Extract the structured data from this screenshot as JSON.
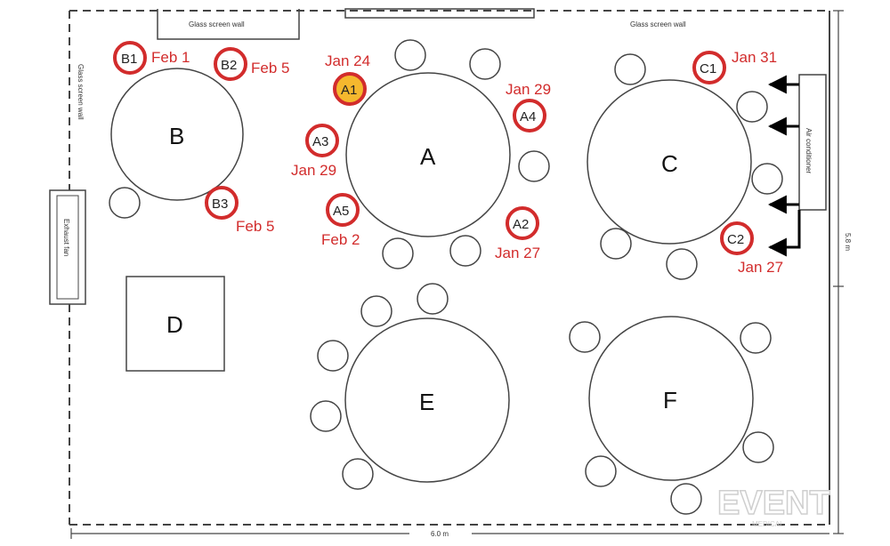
{
  "tables": {
    "A": {
      "label": "A"
    },
    "B": {
      "label": "B"
    },
    "C": {
      "label": "C"
    },
    "D": {
      "label": "D"
    },
    "E": {
      "label": "E"
    },
    "F": {
      "label": "F"
    }
  },
  "case_seats": {
    "A1": {
      "code": "A1",
      "date": "Jan 24",
      "index_case": true
    },
    "A2": {
      "code": "A2",
      "date": "Jan 27"
    },
    "A3": {
      "code": "A3",
      "date": "Jan 29"
    },
    "A4": {
      "code": "A4",
      "date": "Jan 29"
    },
    "A5": {
      "code": "A5",
      "date": "Feb 2"
    },
    "B1": {
      "code": "B1",
      "date": "Feb 1"
    },
    "B2": {
      "code": "B2",
      "date": "Feb 5"
    },
    "B3": {
      "code": "B3",
      "date": "Feb 5"
    },
    "C1": {
      "code": "C1",
      "date": "Jan 31"
    },
    "C2": {
      "code": "C2",
      "date": "Jan 27"
    }
  },
  "walls": {
    "glass_left_top": "Glass screen wall",
    "glass_right_top": "Glass screen wall",
    "glass_left_side": "Glass screen wall",
    "exhaust_fan": "Exhaust fan",
    "air_conditioner": "Air conditioner"
  },
  "dimensions": {
    "width": "6.0 m",
    "height": "5.8 m"
  },
  "watermark": {
    "brand": "EVENT",
    "tagline": "MEDICAL"
  },
  "colors": {
    "case_ring": "#d22c2c",
    "index_fill": "#f5b82e",
    "date_text": "#d22c2c",
    "outline": "#333333",
    "airflow": "#000000"
  }
}
